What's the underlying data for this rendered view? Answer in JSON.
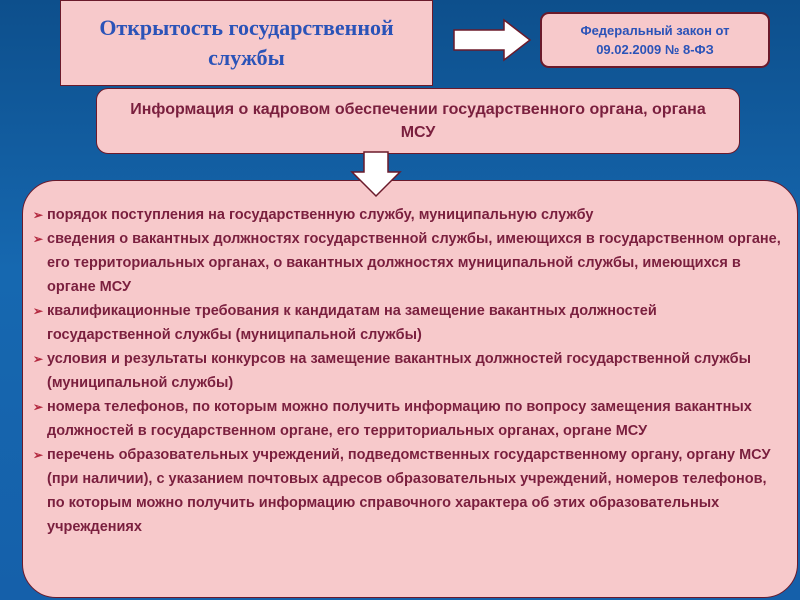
{
  "header": {
    "title": "Открытость государственной службы",
    "law": [
      "Федеральный закон от",
      "09.02.2009 № 8-ФЗ"
    ]
  },
  "info_box": {
    "text": "Информация о кадровом обеспечении государственного органа, органа МСУ"
  },
  "list": {
    "bullet_icon": "arrow-bullet-icon",
    "items": [
      "порядок поступления на государственную службу, муниципальную службу",
      "сведения о вакантных должностях государственной службы, имеющихся в государственном органе, его территориальных органах, о вакантных должностях муниципальной службы, имеющихся в органе МСУ",
      "квалификационные требования к кандидатам на замещение вакантных должностей государственной службы (муниципальной службы)",
      "условия и результаты конкурсов на замещение вакантных должностей государственной службы (муниципальной службы)",
      "номера телефонов, по которым можно получить информацию по вопросу замещения вакантных должностей в государственном органе, его территориальных органах, органе МСУ",
      "перечень образовательных учреждений, подведомственных государственному органу, органу МСУ (при наличии), с указанием почтовых адресов образовательных учреждений, номеров телефонов, по которым можно получить информацию справочного характера об этих образовательных учреждениях"
    ]
  },
  "colors": {
    "background": "#1560aa",
    "box_fill": "#f7c9cb",
    "title_text": "#2b53b8",
    "body_text": "#7a1f3e"
  }
}
